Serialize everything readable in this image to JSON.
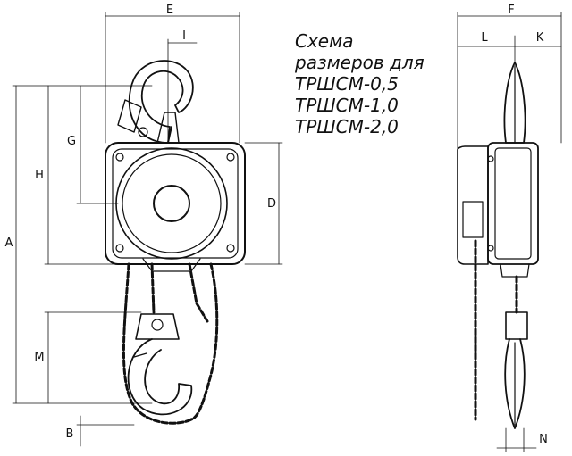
{
  "caption": {
    "line1": "Схема",
    "line2": "размеров для",
    "line3": "ТРШСМ-0,5",
    "line4": "ТРШСМ-1,0",
    "line5": "ТРШСМ-2,0"
  },
  "dimension_labels": {
    "E": "E",
    "I": "I",
    "G": "G",
    "H": "H",
    "A": "A",
    "D": "D",
    "M": "M",
    "B": "B",
    "F": "F",
    "L": "L",
    "K": "K",
    "N": "N"
  }
}
